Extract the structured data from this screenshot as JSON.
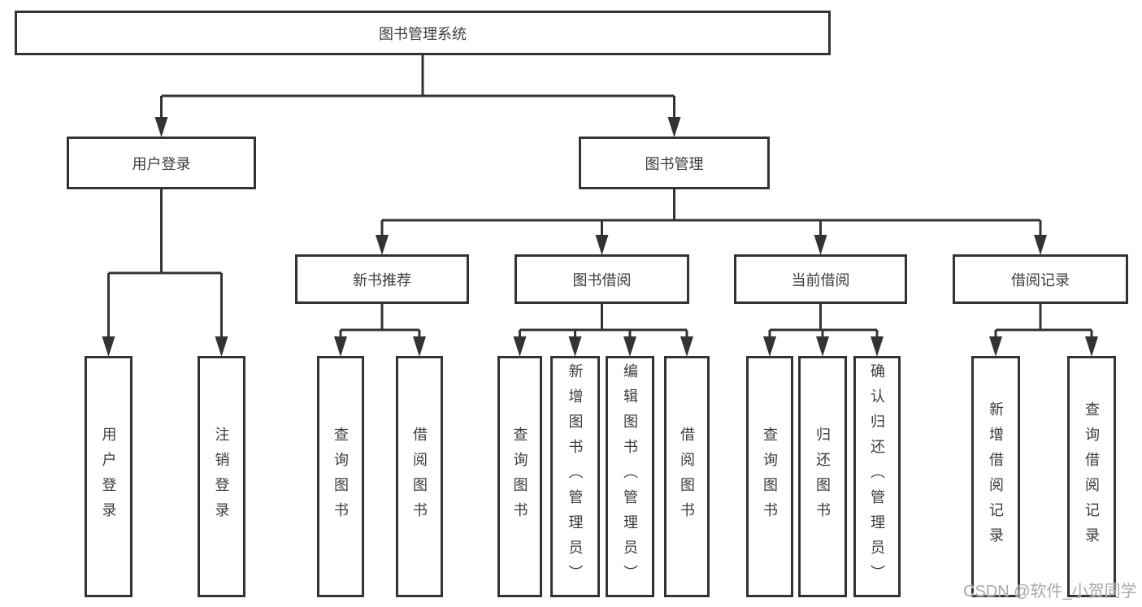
{
  "title": "图书管理系统",
  "watermark": "CSDN @软件_小贺同学",
  "colors": {
    "line": "#333333",
    "border": "#333333",
    "text": "#3c3c3c",
    "watermark_text": "#a9a9a9",
    "background": "#ffffff"
  },
  "tree": {
    "id": "root",
    "label": "图书管理系统",
    "children": [
      {
        "id": "user-login",
        "label": "用户登录",
        "children": [
          {
            "id": "user-login-action",
            "label": "用户登录",
            "vertical": true
          },
          {
            "id": "logout-action",
            "label": "注销登录",
            "vertical": true
          }
        ]
      },
      {
        "id": "book-mgmt",
        "label": "图书管理",
        "children": [
          {
            "id": "new-book-rec",
            "label": "新书推荐",
            "children": [
              {
                "id": "query-books-1",
                "label": "查询图书",
                "vertical": true
              },
              {
                "id": "borrow-books-1",
                "label": "借阅图书",
                "vertical": true
              }
            ]
          },
          {
            "id": "book-borrow",
            "label": "图书借阅",
            "children": [
              {
                "id": "query-books-2",
                "label": "查询图书",
                "vertical": true
              },
              {
                "id": "add-book-admin",
                "label": "新增图书（管理员）",
                "vertical": true
              },
              {
                "id": "edit-book-admin",
                "label": "编辑图书（管理员）",
                "vertical": true
              },
              {
                "id": "borrow-books-2",
                "label": "借阅图书",
                "vertical": true
              }
            ]
          },
          {
            "id": "current-borrow",
            "label": "当前借阅",
            "children": [
              {
                "id": "query-books-3",
                "label": "查询图书",
                "vertical": true
              },
              {
                "id": "return-book",
                "label": "归还图书",
                "vertical": true
              },
              {
                "id": "confirm-return-admin",
                "label": "确认归还（管理员）",
                "vertical": true
              }
            ]
          },
          {
            "id": "borrow-records",
            "label": "借阅记录",
            "children": [
              {
                "id": "add-borrow-record",
                "label": "新增借阅记录",
                "vertical": true
              },
              {
                "id": "query-borrow-record",
                "label": "查询借阅记录",
                "vertical": true
              }
            ]
          }
        ]
      }
    ]
  }
}
